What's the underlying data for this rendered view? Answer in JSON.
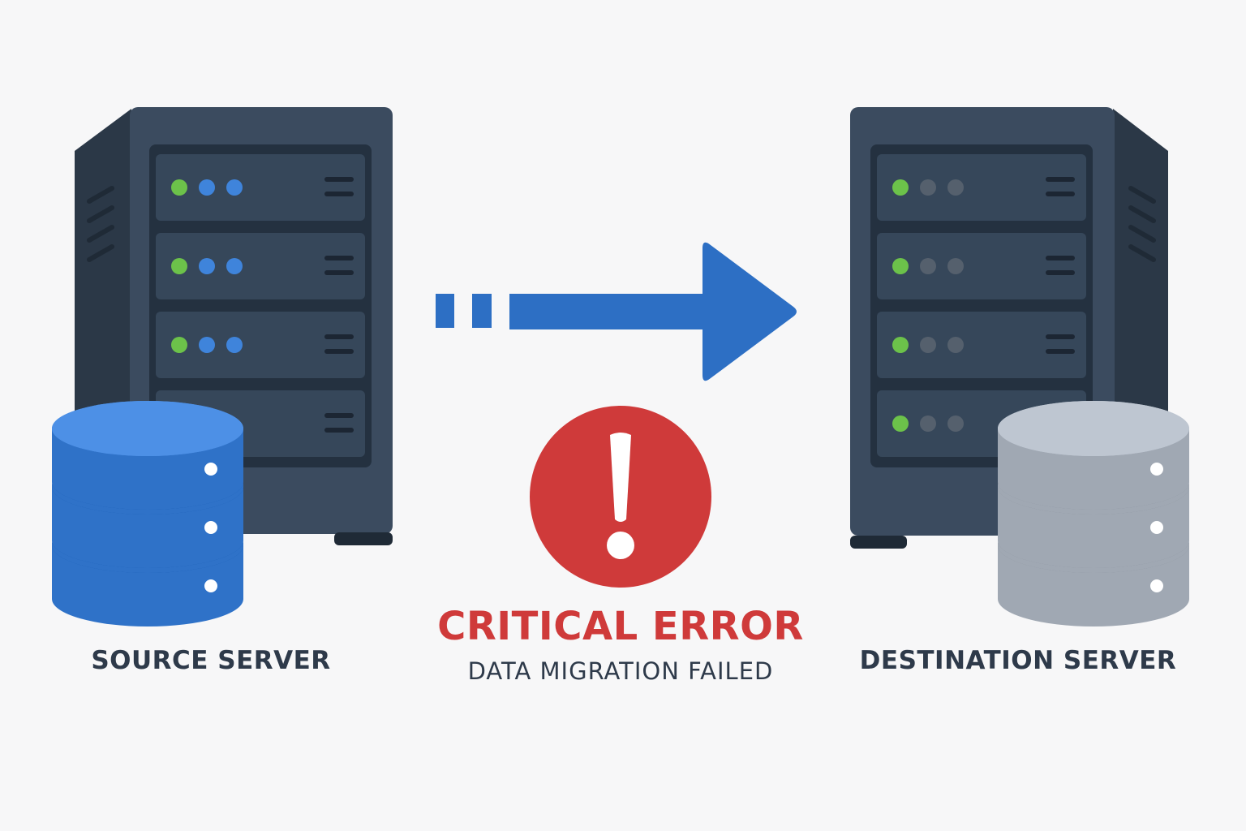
{
  "colors": {
    "background": "#f7f7f8",
    "server_body": "#3b4b5f",
    "server_dark": "#2b3847",
    "led_green": "#6cc24a",
    "led_blue": "#3f84db",
    "led_off": "#55606d",
    "source_db": "#2f72c8",
    "destination_db": "#a0a8b3",
    "arrow": "#2d6fc4",
    "error": "#cf3a3a",
    "label_text": "#2e3a4a"
  },
  "source": {
    "label": "SOURCE SERVER",
    "icon": "server-rack-icon",
    "database_icon": "database-icon",
    "leds": [
      "green",
      "blue",
      "blue"
    ]
  },
  "destination": {
    "label": "DESTINATION SERVER",
    "icon": "server-rack-icon",
    "database_icon": "database-icon",
    "leds": [
      "green",
      "off",
      "off"
    ]
  },
  "transfer": {
    "icon": "migration-arrow-icon"
  },
  "error": {
    "icon": "exclamation-circle-icon",
    "title": "CRITICAL ERROR",
    "subtitle": "DATA MIGRATION FAILED"
  }
}
